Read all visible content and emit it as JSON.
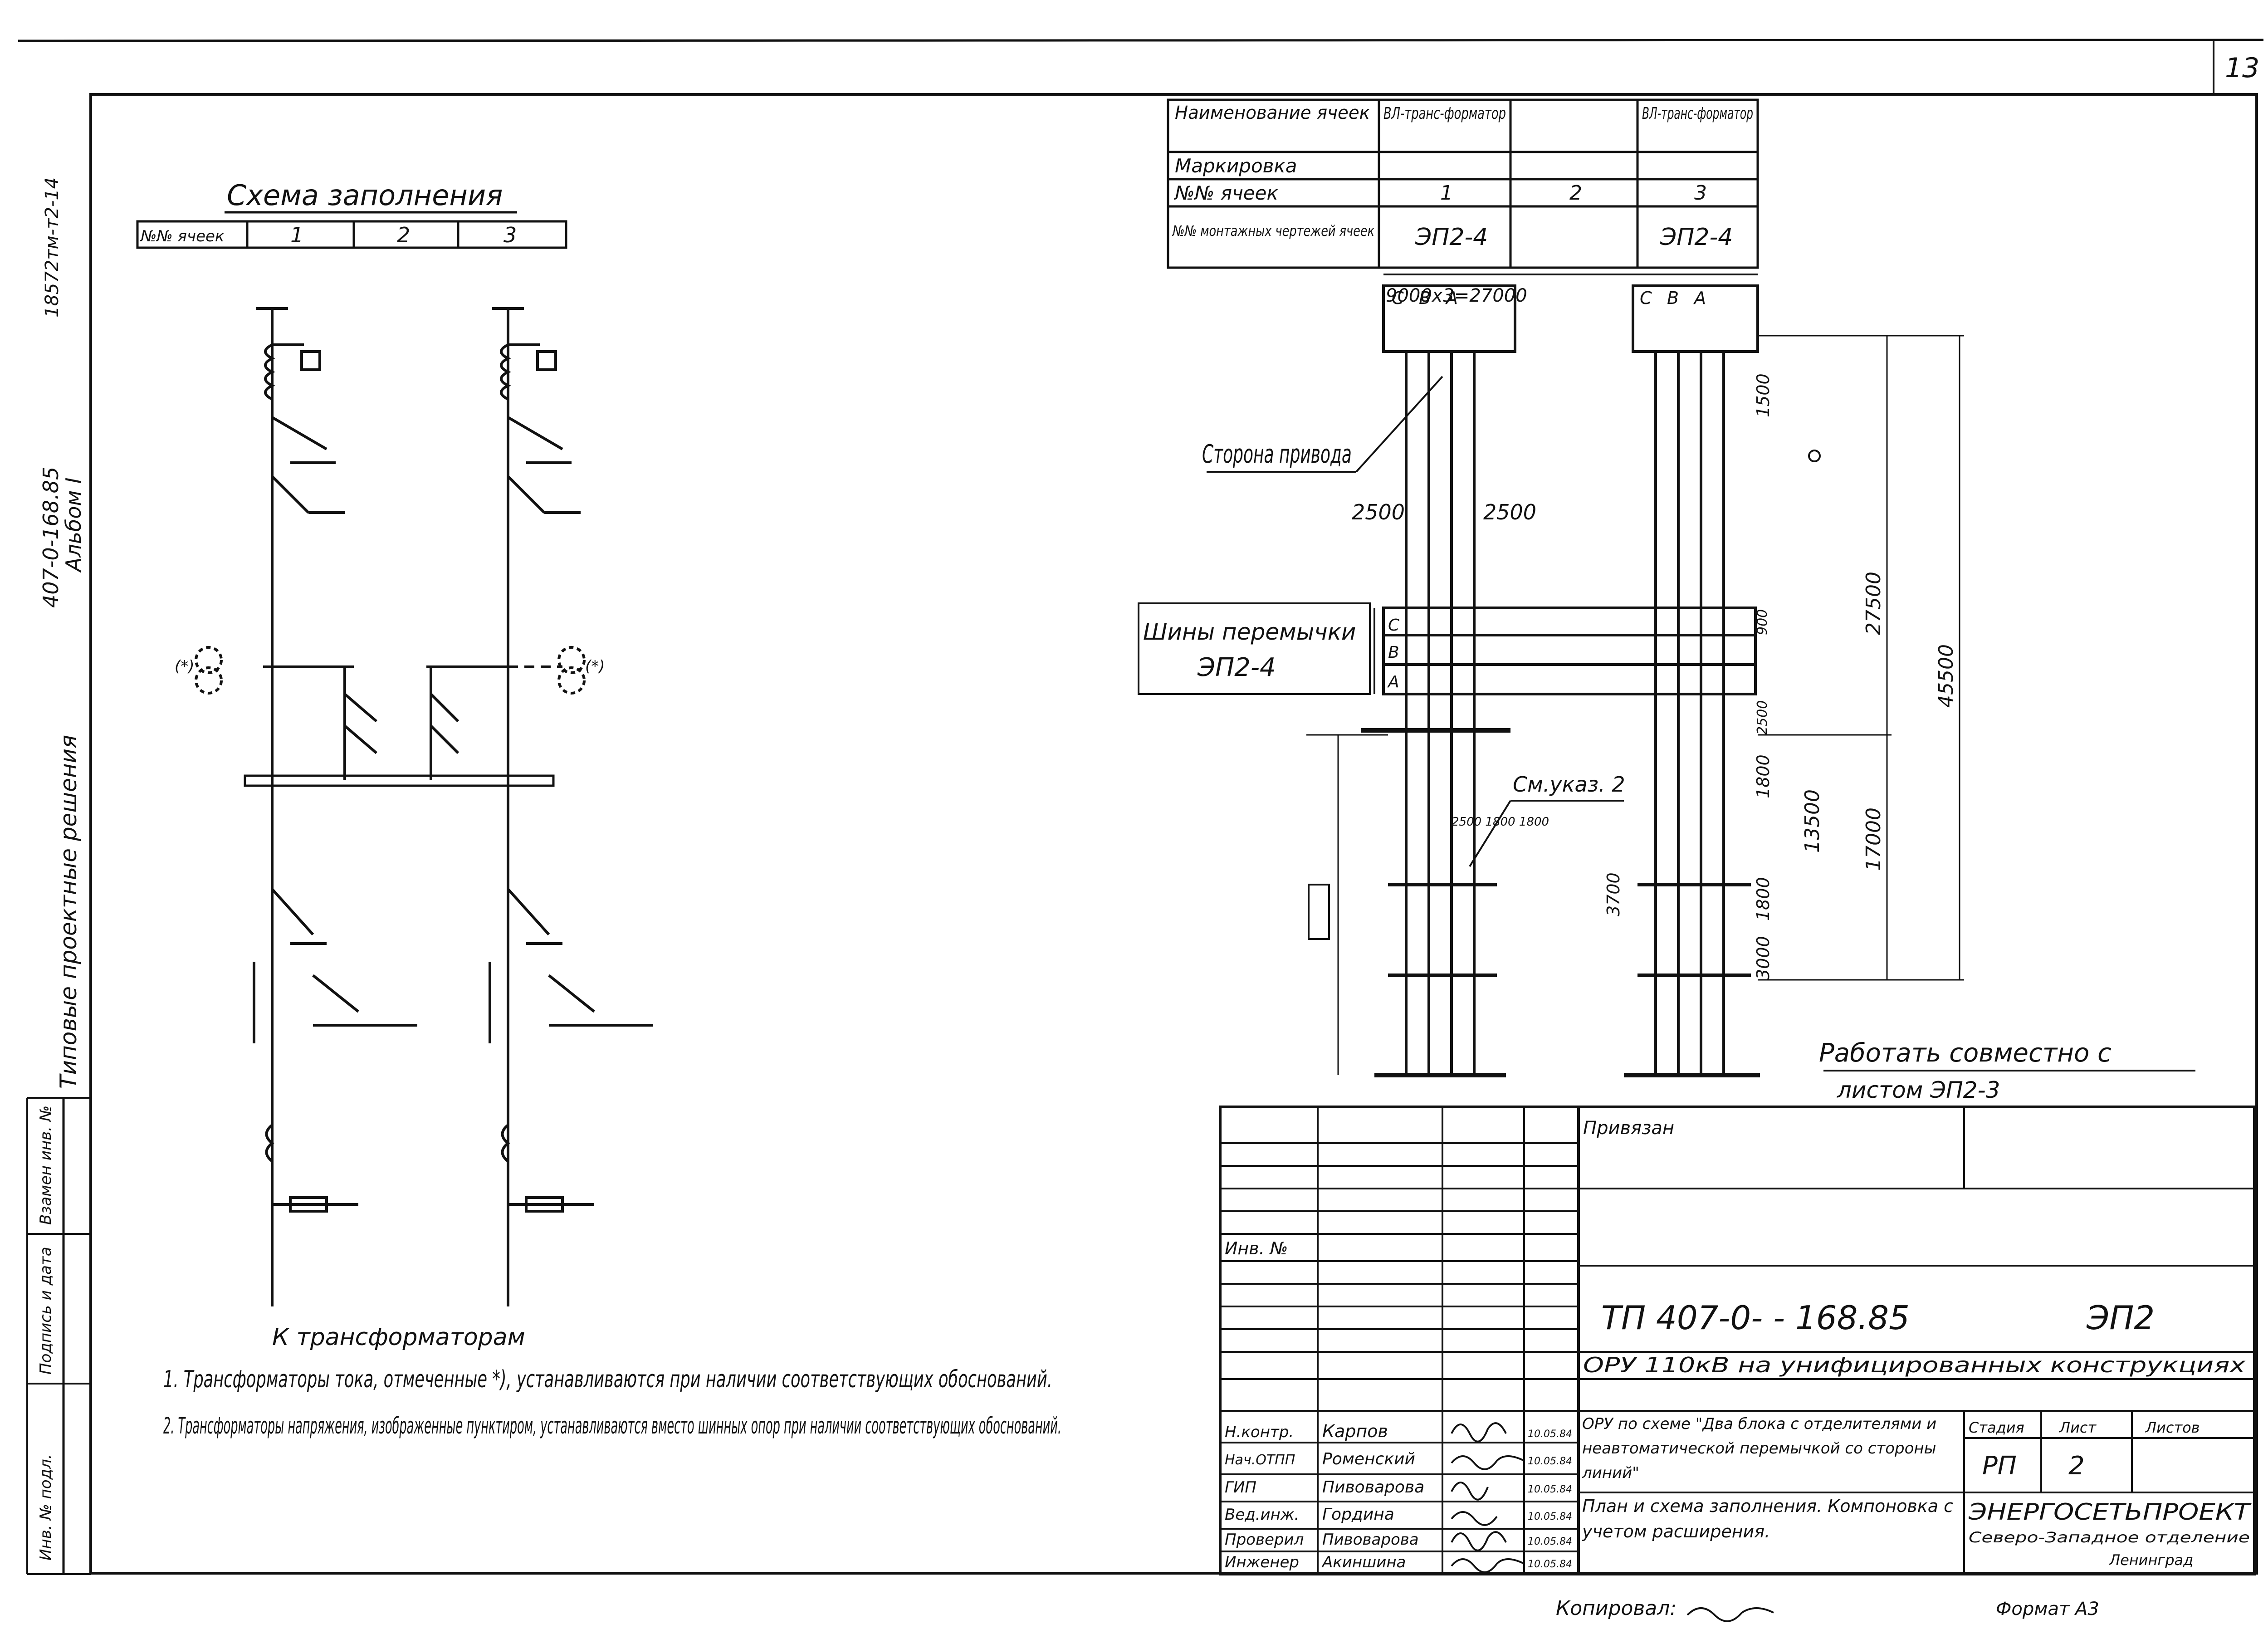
{
  "page": {
    "number": "13"
  },
  "side": {
    "code": "18572тм-т2-14",
    "project": "407-0-168.85",
    "album": "Альбом I",
    "title": "Типовые проектные решения",
    "col1": "Инв. № подл.",
    "col2": "Подпись и дата",
    "col3": "Взамен инв. №"
  },
  "fill_scheme": {
    "title": "Схема заполнения",
    "header": "№№ ячеек",
    "cells": [
      "1",
      "2",
      "3"
    ],
    "footer_label": "К трансформаторам",
    "mark_left": "(*)",
    "mark_right": "(*)"
  },
  "cell_table": {
    "rows": [
      {
        "label": "Наименование ячеек",
        "c1": "ВЛ-транс-форматор",
        "c2": "",
        "c3": "ВЛ-транс-форматор"
      },
      {
        "label": "Маркировка",
        "c1": "",
        "c2": "",
        "c3": ""
      },
      {
        "label": "№№ ячеек",
        "c1": "1",
        "c2": "2",
        "c3": "3"
      },
      {
        "label": "№№ монтажных чертежей ячеек",
        "c1": "ЭП2-4",
        "c2": "",
        "c3": "ЭП2-4"
      }
    ]
  },
  "plan": {
    "dim_top": "9000х3=27000",
    "phases": [
      "С",
      "В",
      "А"
    ],
    "drive_side": "Сторона привода",
    "dim_2500_left": "2500",
    "dim_2500_right": "2500",
    "bus_label_1": "Шины перемычки",
    "bus_label_2": "ЭП2-4",
    "note_ref": "См.указ. 2",
    "dim_1500": "1500",
    "dim_27500": "27500",
    "dim_45500": "45500",
    "dim_13500": "13500",
    "dim_17000": "17000",
    "dim_1800a": "1800",
    "dim_1800b": "1800",
    "dim_3700": "3700",
    "dim_3000": "3000",
    "dim_2500_b": "2500",
    "dim_900": "900",
    "dim_stack": "2500 1800 1800",
    "work_with_1": "Работать совместно с",
    "work_with_2": "листом ЭП2-3"
  },
  "notes": [
    "1. Трансформаторы тока, отмеченные *), устанавливаются при наличии соответствующих обоснований.",
    "2. Трансформаторы напряжения, изображенные пунктиром, устанавливаются вместо шинных опор при наличии соответствующих обоснований."
  ],
  "title_block": {
    "bound": "Привязан",
    "inv": "Инв. №",
    "code": "ТП 407-0- - 168.85",
    "sheet_code": "ЭП2",
    "subtitle": "ОРУ 110кВ на унифицированных конструкциях",
    "desc_1": "ОРУ по схеме \"Два блока с отделителями и неавтоматической перемычкой со стороны линий\"",
    "desc_2": "План и схема заполнения. Компоновка с учетом расширения.",
    "stage_h": "Стадия",
    "sheet_h": "Лист",
    "sheets_h": "Листов",
    "stage": "РП",
    "sheet": "2",
    "sheets": "",
    "org_1": "ЭНЕРГОСЕТЬПРОЕКТ",
    "org_2": "Северо-Западное отделение",
    "org_3": "Ленинград",
    "signatures": [
      {
        "role": "Н.контр.",
        "name": "Карпов",
        "date": "10.05.84"
      },
      {
        "role": "Нач.ОТПП",
        "name": "Роменский",
        "date": "10.05.84"
      },
      {
        "role": "ГИП",
        "name": "Пивоварова",
        "date": "10.05.84"
      },
      {
        "role": "Вед.инж.",
        "name": "Гордина",
        "date": "10.05.84"
      },
      {
        "role": "Проверил",
        "name": "Пивоварова",
        "date": "10.05.84"
      },
      {
        "role": "Инженер",
        "name": "Акиншина",
        "date": "10.05.84"
      }
    ],
    "copied": "Копировал: ",
    "format": "Формат А3"
  }
}
